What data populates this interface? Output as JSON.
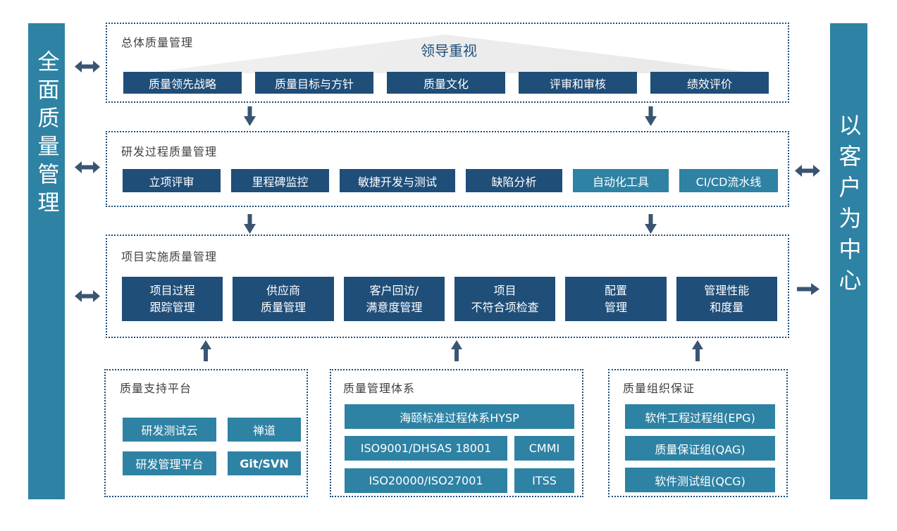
{
  "colors": {
    "navy": "#1F4E79",
    "teal": "#2E82A4",
    "arrow": "#3A5572",
    "triangle_gray": "#ECECEC",
    "title_text": "#3F3F3F"
  },
  "left_bar": {
    "label": "全面质量管理"
  },
  "right_bar": {
    "label": "以客户为中心"
  },
  "overall": {
    "title": "总体质量管理",
    "banner": "领导重视",
    "items": [
      "质量领先战略",
      "质量目标与方针",
      "质量文化",
      "评审和审核",
      "绩效评价"
    ]
  },
  "rnd": {
    "title": "研发过程质量管理",
    "items": [
      "立项评审",
      "里程碑监控",
      "敏捷开发与测试",
      "缺陷分析",
      "自动化工具",
      "CI/CD流水线"
    ]
  },
  "project": {
    "title": "项目实施质量管理",
    "items": [
      "项目过程\n跟踪管理",
      "供应商\n质量管理",
      "客户回访/\n满意度管理",
      "项目\n不符合项检查",
      "配置\n管理",
      "管理性能\n和度量"
    ]
  },
  "platform": {
    "title": "质量支持平台",
    "items": [
      "研发测试云",
      "禅道",
      "研发管理平台",
      "Git/SVN"
    ]
  },
  "system": {
    "title": "质量管理体系",
    "wide_item": "海颐标准过程体系HYSP",
    "row1": [
      "ISO9001/DHSAS 18001",
      "CMMI"
    ],
    "row2": [
      "ISO20000/ISO27001",
      "ITSS"
    ]
  },
  "organization": {
    "title": "质量组织保证",
    "items": [
      "软件工程过程组(EPG)",
      "质量保证组(QAG)",
      "软件测试组(QCG)"
    ]
  }
}
